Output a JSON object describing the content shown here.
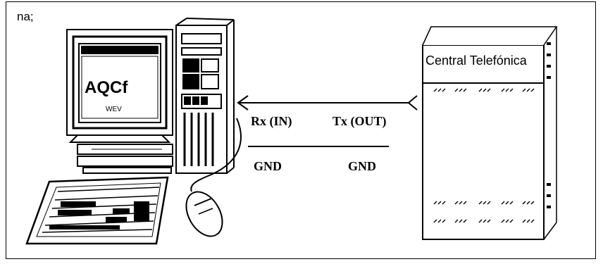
{
  "corner_text": "na;",
  "computer": {
    "monitor_text_main": "AQCf",
    "monitor_text_sub": "WEV"
  },
  "exchange": {
    "title": "Central Telefónica"
  },
  "signals": {
    "rx": "Rx (IN)",
    "tx": "Tx (OUT)",
    "gnd_left": "GND",
    "gnd_right": "GND"
  }
}
